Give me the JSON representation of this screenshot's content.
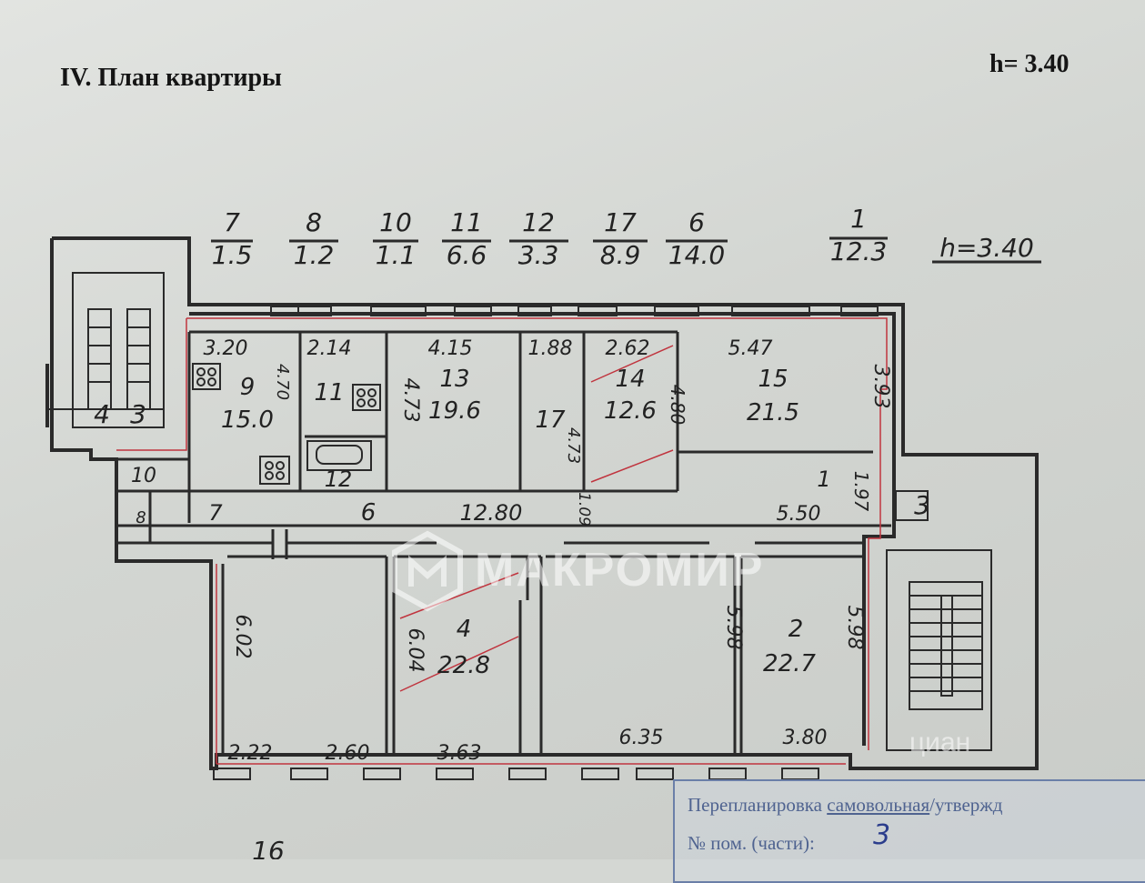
{
  "document": {
    "title": "IV. План квартиры",
    "height_label": "h= 3.40"
  },
  "legend": {
    "items": [
      {
        "num": "7",
        "area": "1.5"
      },
      {
        "num": "8",
        "area": "1.2"
      },
      {
        "num": "10",
        "area": "1.1"
      },
      {
        "num": "11",
        "area": "6.6"
      },
      {
        "num": "12",
        "area": "3.3"
      },
      {
        "num": "17",
        "area": "8.9"
      },
      {
        "num": "6",
        "area": "14.0"
      },
      {
        "num": "1",
        "area": "12.3"
      }
    ],
    "height_note": "h=3.40"
  },
  "rooms": {
    "r9": {
      "num": "9",
      "area": "15.0",
      "w": "3.20",
      "d": "4.70"
    },
    "r11": {
      "num": "11",
      "w": "2.14"
    },
    "r12": {
      "num": "12"
    },
    "r13": {
      "num": "13",
      "area": "19.6",
      "w": "4.15",
      "d": "4.73"
    },
    "r17": {
      "num": "17",
      "w": "1.88",
      "d": "4.73"
    },
    "r14": {
      "num": "14",
      "area": "12.6",
      "w": "2.62",
      "d": "4.80"
    },
    "r15": {
      "num": "15",
      "area": "21.5",
      "w": "5.47",
      "d": "3.93"
    },
    "r1": {
      "num": "1",
      "w": "5.50",
      "d": "1.97"
    },
    "r6": {
      "num": "6",
      "len": "12.80",
      "wid": "1.09"
    },
    "r7": {
      "num": "7"
    },
    "r10": {
      "num": "10"
    },
    "r8": {
      "num": "8"
    },
    "r4": {
      "num": "4",
      "area": "22.8",
      "d": "6.04",
      "w": "3.63"
    },
    "r2": {
      "num": "2",
      "area": "22.7",
      "d": "5.98",
      "w": "3.80"
    },
    "rA": {
      "d": "6.02",
      "w1": "2.22",
      "w2": "2.60"
    },
    "rB": {
      "d": "5.98",
      "w": "6.35"
    },
    "stair_left": {
      "a": "4",
      "b": "3"
    },
    "stair_right": {
      "a": "3"
    },
    "bottom_mark": "16"
  },
  "stamp": {
    "line1_a": "Перепланировка ",
    "line1_b": "самовольная",
    "line1_c": "/утвержд",
    "line2": "№ пом. (части):",
    "value": "3"
  },
  "watermarks": {
    "brand": "МАКРОМИР",
    "site": "циан"
  }
}
